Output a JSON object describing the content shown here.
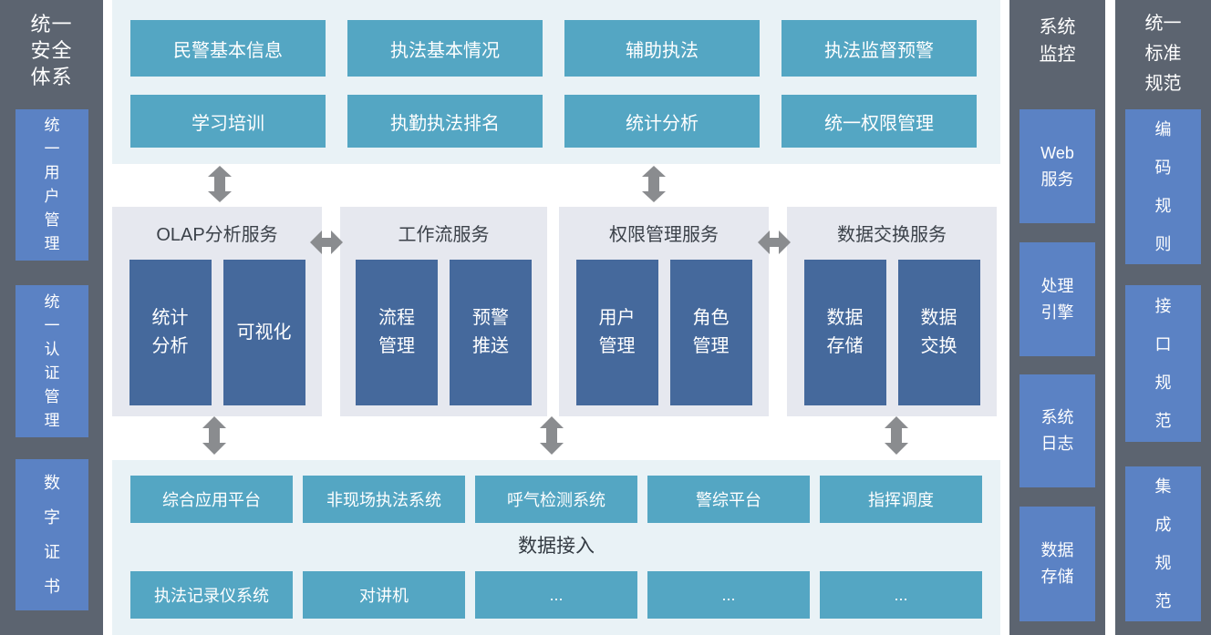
{
  "colors": {
    "column_bg": "#5c6470",
    "blue_box": "#5b82c4",
    "teal_box": "#54a6c3",
    "steel_box": "#45699c",
    "panel_bg": "#e6e8ef",
    "band_bg": "#e9f2f6",
    "arrow": "#8a8c8f",
    "dark_text": "#3b4149",
    "white_text": "#ffffff"
  },
  "left_column": {
    "title": "统一\n安全\n体系",
    "items": [
      "统\n一\n用\n户\n管\n理",
      "统\n一\n认\n证\n管\n理",
      "数\n字\n证\n书"
    ]
  },
  "top_modules": {
    "row1": [
      "民警基本信息",
      "执法基本情况",
      "辅助执法",
      "执法监督预警"
    ],
    "row2": [
      "学习培训",
      "执勤执法排名",
      "统计分析",
      "统一权限管理"
    ]
  },
  "service_panels": [
    {
      "title": "OLAP分析服务",
      "boxes": [
        "统计\n分析",
        "可视化"
      ]
    },
    {
      "title": "工作流服务",
      "boxes": [
        "流程\n管理",
        "预警\n推送"
      ]
    },
    {
      "title": "权限管理服务",
      "boxes": [
        "用户\n管理",
        "角色\n管理"
      ]
    },
    {
      "title": "数据交换服务",
      "boxes": [
        "数据\n存储",
        "数据\n交换"
      ]
    }
  ],
  "data_access": {
    "label": "数据接入",
    "sources_top": [
      "综合应用平台",
      "非现场执法系统",
      "呼气检测系统",
      "警综平台",
      "指挥调度"
    ],
    "sources_bottom": [
      "执法记录仪系统",
      "对讲机",
      "...",
      "...",
      "..."
    ]
  },
  "monitor_column": {
    "title": "系统\n监控",
    "items": [
      "Web\n服务",
      "处理\n引擎",
      "系统\n日志",
      "数据\n存储"
    ]
  },
  "standards_column": {
    "title": "统一\n标准\n规范",
    "items": [
      "编\n码\n规\n则",
      "接\n口\n规\n范",
      "集\n成\n规\n范"
    ]
  }
}
